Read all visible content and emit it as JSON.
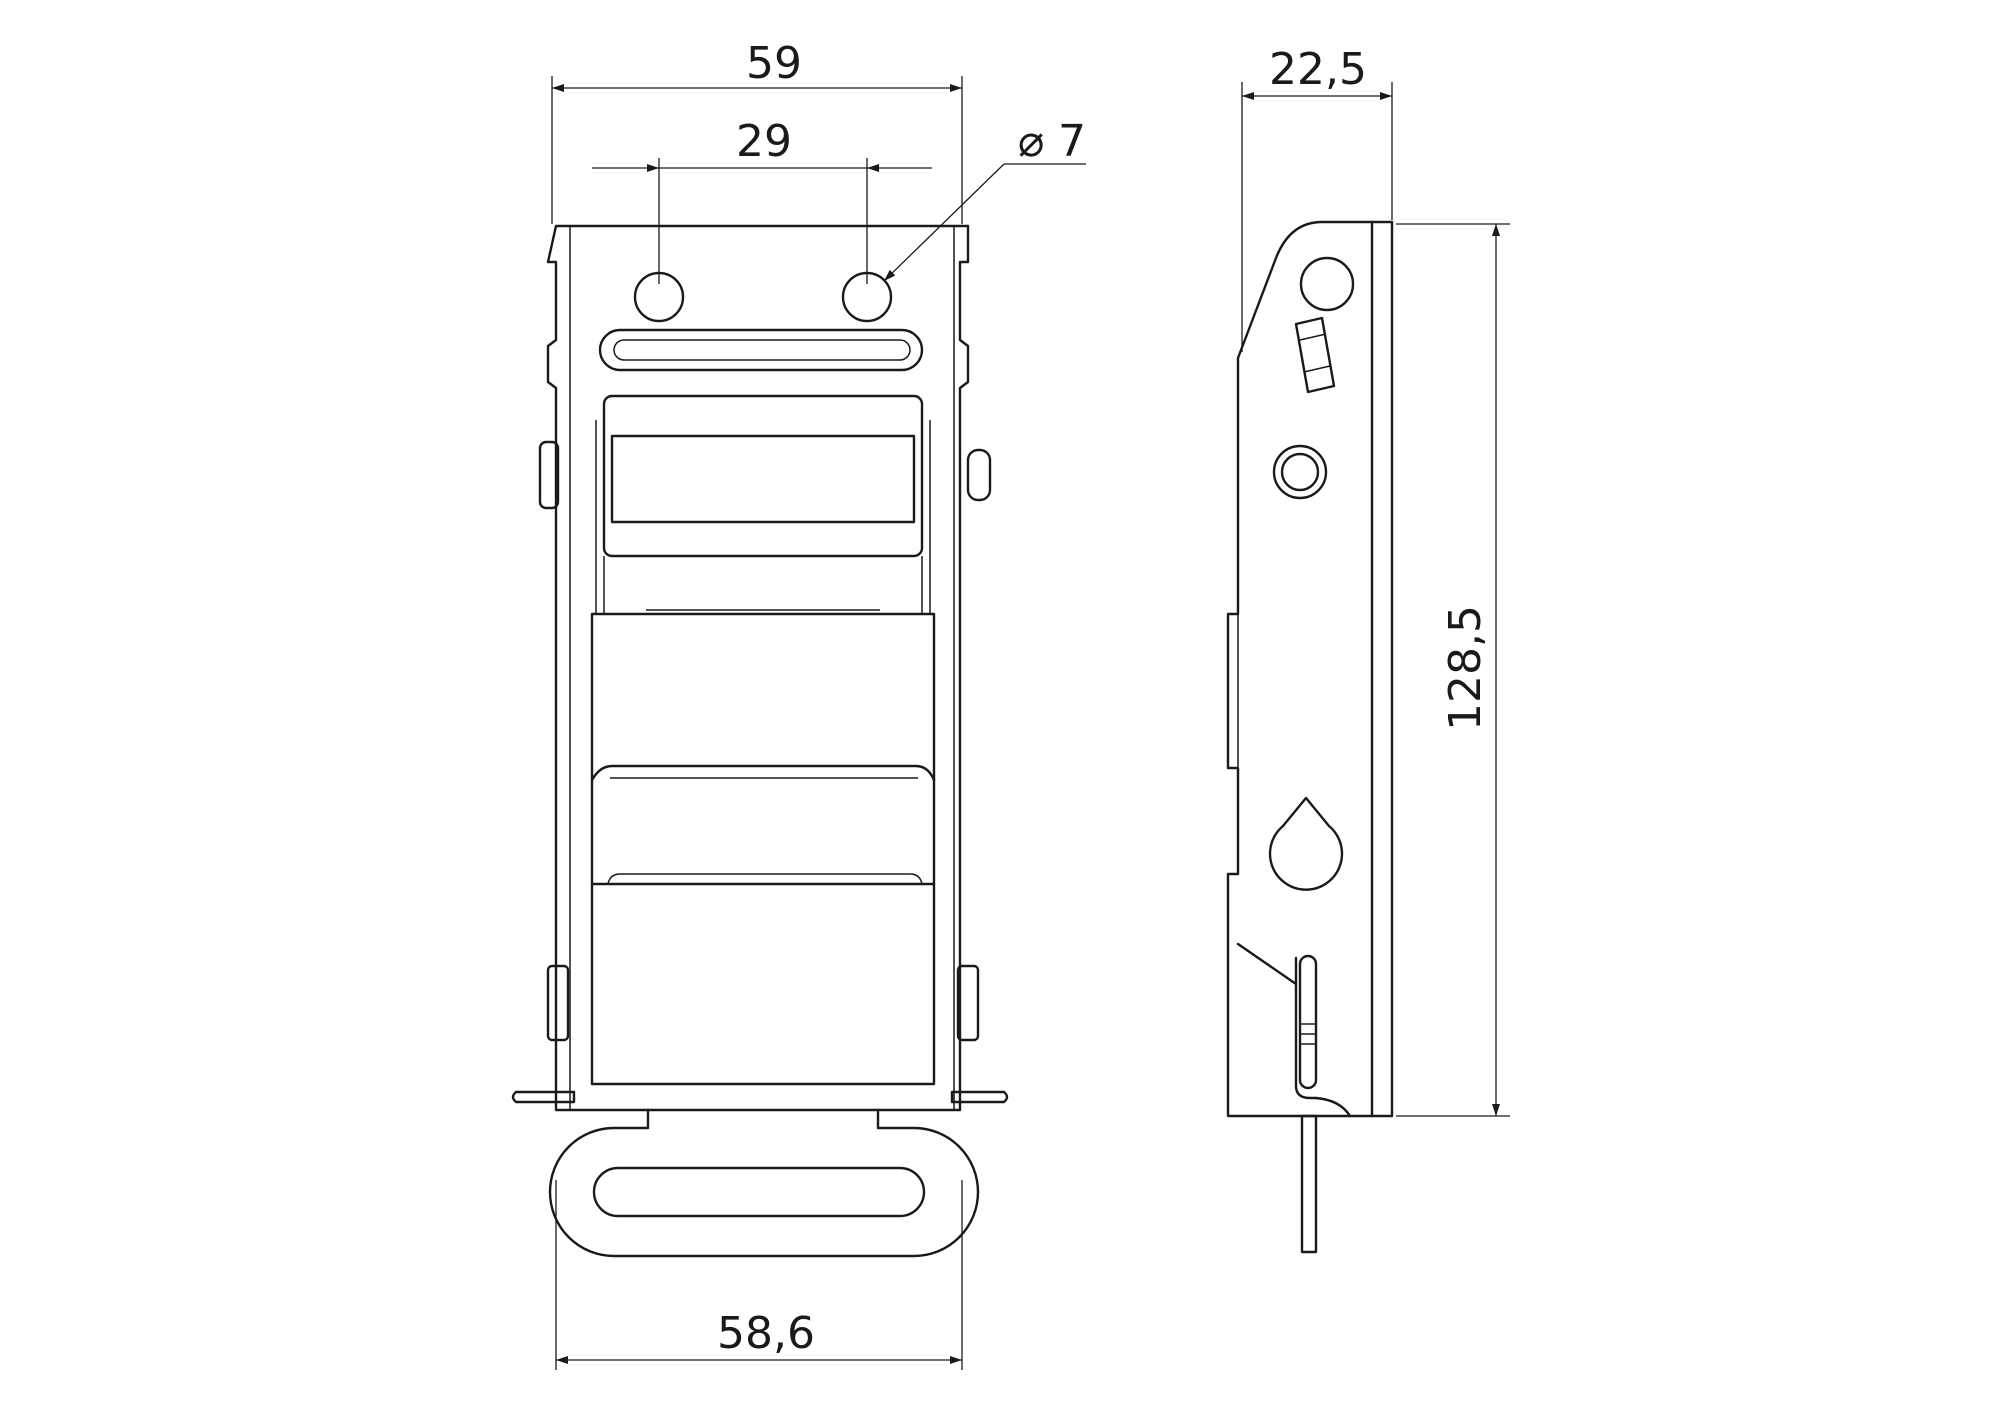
{
  "dimensions": {
    "overall_width": "59",
    "hole_spacing": "29",
    "hole_diameter": "7",
    "hole_diameter_symbol": "⌀",
    "side_depth": "22,5",
    "overall_height": "128,5",
    "bottom_width": "58,6"
  }
}
